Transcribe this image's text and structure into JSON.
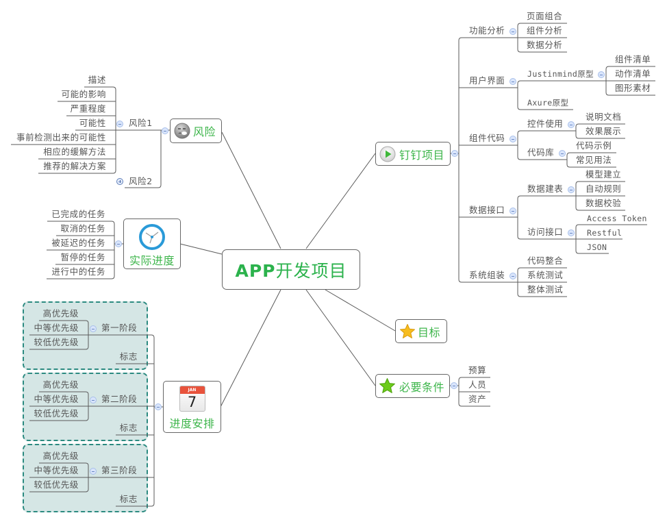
{
  "colors": {
    "node_text": "#3cb54a",
    "line": "#5a5a5a",
    "phase_fill": "#d5e6e5",
    "phase_border": "#2b8a80",
    "collapse_button": "#d9e5fb"
  },
  "root": {
    "title": "APP开发项目"
  },
  "dingding": {
    "label": "钉钉项目",
    "icon": "play-icon",
    "groups": [
      {
        "label": "功能分析",
        "items": [
          "页面组合",
          "组件分析",
          "数据分析"
        ]
      },
      {
        "label": "用户界面",
        "items": [
          {
            "label": "Justinmind原型",
            "items": [
              "组件清单",
              "动作清单",
              "图形素材"
            ]
          },
          {
            "label": "Axure原型"
          }
        ]
      },
      {
        "label": "组件代码",
        "items": [
          {
            "label": "控件使用",
            "items": [
              "说明文档",
              "效果展示"
            ]
          },
          {
            "label": "代码库",
            "items": [
              "代码示例",
              "常见用法"
            ]
          }
        ]
      },
      {
        "label": "数据接口",
        "items": [
          {
            "label": "数据建表",
            "items": [
              "模型建立",
              "自动规则",
              "数据校验"
            ]
          },
          {
            "label": "访问接口",
            "items": [
              "Access Token",
              "Restful",
              "JSON"
            ]
          }
        ]
      },
      {
        "label": "系统组装",
        "items": [
          "代码整合",
          "系统测试",
          "整体测试"
        ]
      }
    ]
  },
  "goal": {
    "label": "目标",
    "icon": "yellow-star-icon"
  },
  "requirements": {
    "label": "必要条件",
    "icon": "green-star-icon",
    "items": [
      "预算",
      "人员",
      "资产"
    ]
  },
  "risk": {
    "label": "风险",
    "icon": "sad-face-icon",
    "items": [
      {
        "label": "风险1",
        "expanded": true,
        "items": [
          "描述",
          "可能的影响",
          "严重程度",
          "可能性",
          "事前检测出来的可能性",
          "相应的缓解方法",
          "推荐的解决方案"
        ]
      },
      {
        "label": "风险2",
        "expanded": false
      }
    ]
  },
  "progress": {
    "label": "实际进度",
    "icon": "clock-icon",
    "items": [
      "已完成的任务",
      "取消的任务",
      "被延迟的任务",
      "暂停的任务",
      "进行中的任务"
    ]
  },
  "schedule": {
    "label": "进度安排",
    "icon": "calendar-icon",
    "calendar": {
      "month": "JAN",
      "day": "7"
    },
    "phases": [
      {
        "label": "第一阶段",
        "items": [
          "高优先级",
          "中等优先级",
          "较低优先级"
        ],
        "flag": "标志"
      },
      {
        "label": "第二阶段",
        "items": [
          "高优先级",
          "中等优先级",
          "较低优先级"
        ],
        "flag": "标志"
      },
      {
        "label": "第三阶段",
        "items": [
          "高优先级",
          "中等优先级",
          "较低优先级"
        ],
        "flag": "标志"
      }
    ]
  }
}
